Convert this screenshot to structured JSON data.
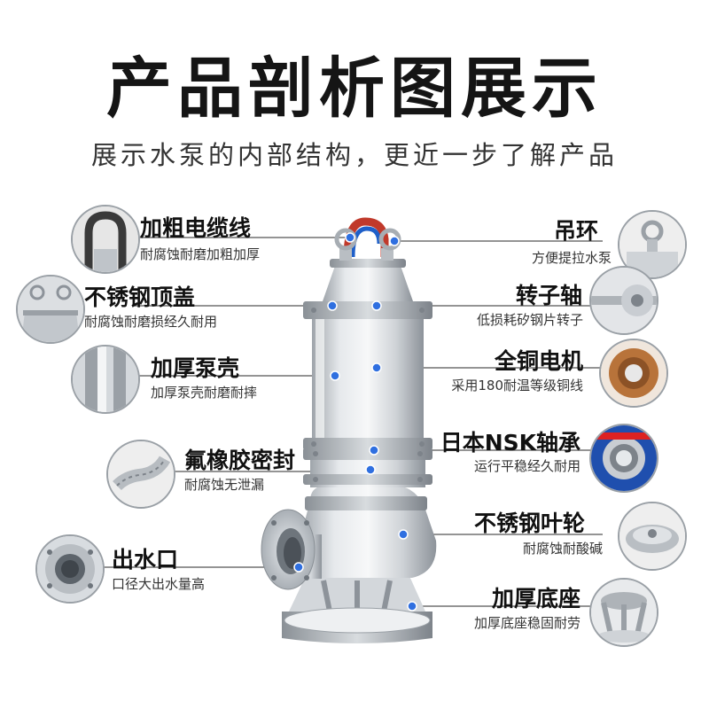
{
  "header": {
    "title": "产品剖析图展示",
    "subtitle": "展示水泵的内部结构，更近一步了解产品"
  },
  "features_left": [
    {
      "title": "加粗电缆线",
      "desc": "耐腐蚀耐磨加粗加厚",
      "icon": "cable-icon"
    },
    {
      "title": "不锈钢顶盖",
      "desc": "耐腐蚀耐磨损经久耐用",
      "icon": "top-cover-icon"
    },
    {
      "title": "加厚泵壳",
      "desc": "加厚泵壳耐磨耐摔",
      "icon": "pump-shell-icon"
    },
    {
      "title": "氟橡胶密封",
      "desc": "耐腐蚀无泄漏",
      "icon": "seal-icon"
    },
    {
      "title": "出水口",
      "desc": "口径大出水量高",
      "icon": "outlet-icon"
    }
  ],
  "features_right": [
    {
      "title": "吊环",
      "desc": "方便提拉水泵",
      "icon": "lifting-ring-icon"
    },
    {
      "title": "转子轴",
      "desc": "低损耗矽钢片转子",
      "icon": "rotor-shaft-icon"
    },
    {
      "title": "全铜电机",
      "desc": "采用180耐温等级铜线",
      "icon": "copper-motor-icon"
    },
    {
      "title": "日本NSK轴承",
      "desc": "运行平稳经久耐用",
      "icon": "bearing-icon"
    },
    {
      "title": "不锈钢叶轮",
      "desc": "耐腐蚀耐酸碱",
      "icon": "impeller-icon"
    },
    {
      "title": "加厚底座",
      "desc": "加厚底座稳固耐劳",
      "icon": "base-icon"
    }
  ],
  "colors": {
    "callout_dot": "#2f6fe0",
    "callout_line": "#555555",
    "steel": "#c9cdd2",
    "copper": "#b8733a"
  }
}
